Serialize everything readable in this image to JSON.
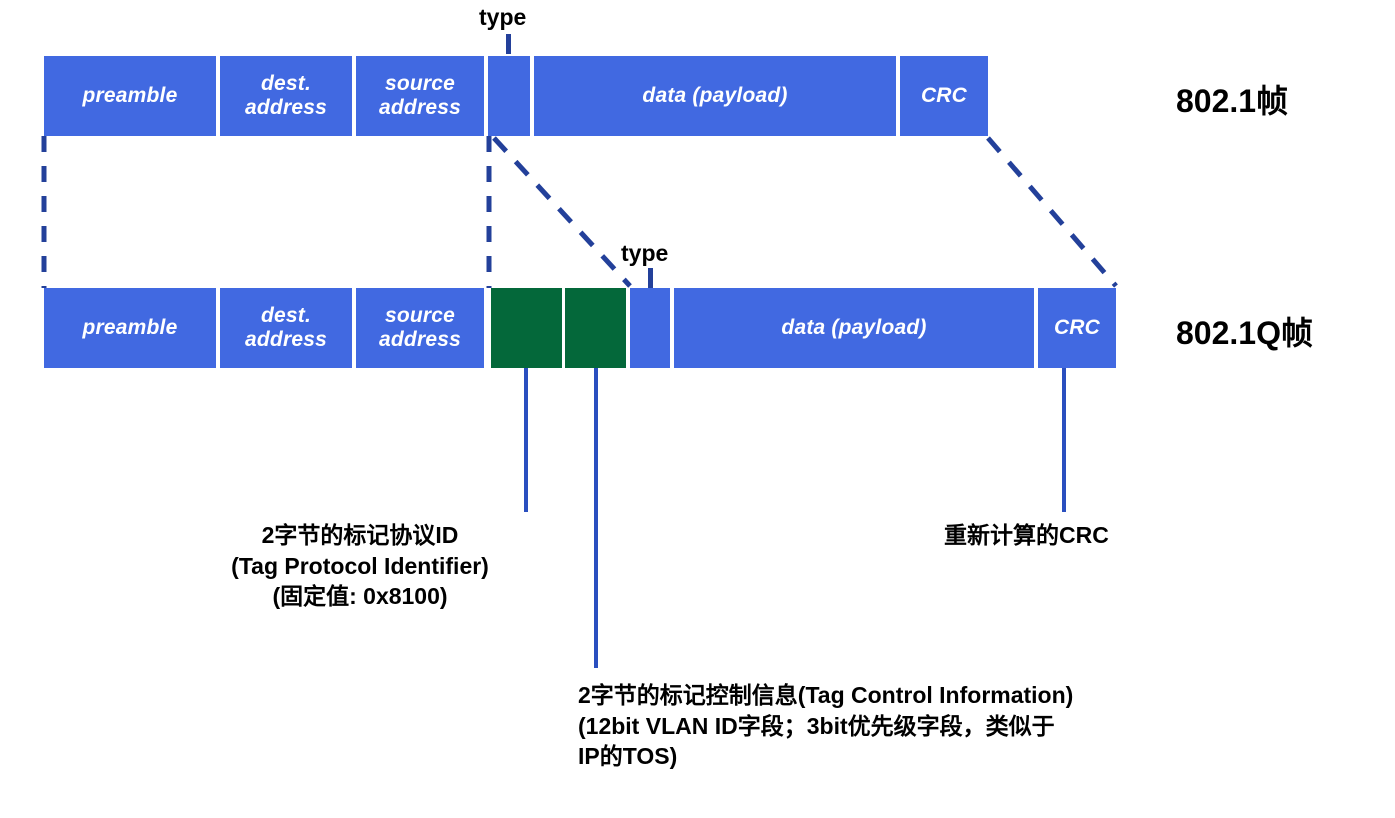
{
  "diagram": {
    "title_frame_1": "802.1帧",
    "title_frame_2": "802.1Q帧",
    "colors": {
      "field_blue": "#4169E1",
      "tag_green": "#04683A",
      "connector_blue": "#2A4FBF",
      "text_black": "#000000"
    },
    "type_label_top": "type",
    "type_label_bottom": "type"
  },
  "frame1": {
    "name": "802.1帧",
    "fields": [
      {
        "label": "preamble",
        "name": "preamble"
      },
      {
        "label": "dest.\naddress",
        "name": "dest-address"
      },
      {
        "label": "source\naddress",
        "name": "source-address"
      },
      {
        "label": "",
        "name": "type"
      },
      {
        "label": "data (payload)",
        "name": "data-payload"
      },
      {
        "label": "CRC",
        "name": "crc"
      }
    ]
  },
  "frame2": {
    "name": "802.1Q帧",
    "fields": [
      {
        "label": "preamble",
        "name": "preamble"
      },
      {
        "label": "dest.\naddress",
        "name": "dest-address"
      },
      {
        "label": "source\naddress",
        "name": "source-address"
      },
      {
        "label": "",
        "name": "tag-protocol-identifier"
      },
      {
        "label": "",
        "name": "tag-control-information"
      },
      {
        "label": "",
        "name": "type"
      },
      {
        "label": "data (payload)",
        "name": "data-payload"
      },
      {
        "label": "CRC",
        "name": "crc"
      }
    ]
  },
  "annotations": {
    "tpid": "2字节的标记协议ID\n(Tag Protocol Identifier)\n(固定值: 0x8100)",
    "crc": "重新计算的CRC",
    "tci": "2字节的标记控制信息(Tag Control Information)\n(12bit VLAN ID字段；3bit优先级字段，类似于\nIP的TOS)"
  }
}
